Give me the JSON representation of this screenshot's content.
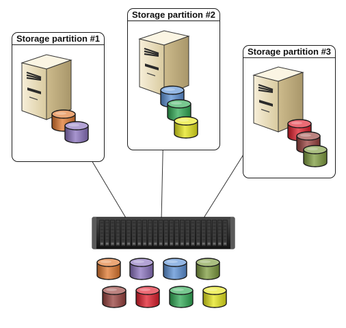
{
  "partitions": [
    {
      "title": "Storage partition #1",
      "disks": [
        "orange",
        "purple"
      ]
    },
    {
      "title": "Storage partition #2",
      "disks": [
        "blue",
        "green",
        "yellow"
      ]
    },
    {
      "title": "Storage partition #3",
      "disks": [
        "red",
        "maroon",
        "olive"
      ]
    }
  ],
  "pool_disks": [
    "orange",
    "purple",
    "blue",
    "olive",
    "maroon",
    "red",
    "green",
    "yellow"
  ],
  "colors": {
    "orange": "#e0782e",
    "purple": "#8a72bf",
    "blue": "#5b90d6",
    "green": "#2faa54",
    "yellow": "#e6e61a",
    "red": "#e01c2a",
    "maroon": "#98403c",
    "olive": "#7e9c3e",
    "server_body": "#efe4c6",
    "array_body": "#2a2a2a",
    "frame_border": "#1a1a1a"
  },
  "icons": [
    "server-icon",
    "disk-icon",
    "storage-array-icon"
  ]
}
